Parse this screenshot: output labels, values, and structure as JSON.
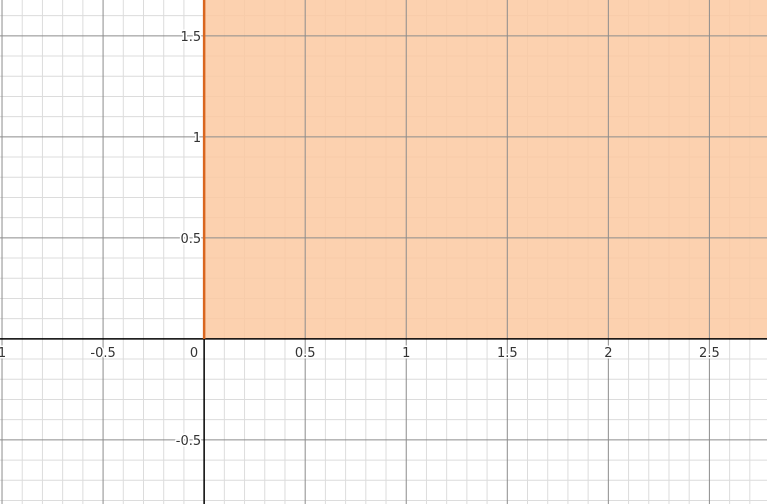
{
  "chart_data": {
    "type": "area",
    "title": "",
    "xlabel": "",
    "ylabel": "",
    "xlim": [
      -1.01,
      2.785
    ],
    "ylim": [
      -0.8175,
      1.6775
    ],
    "grid": true,
    "minor_grid_step": 0.1,
    "major_grid_step": 0.5,
    "x_ticks": [
      {
        "value": -1,
        "label": "1"
      },
      {
        "value": -0.5,
        "label": "-0.5"
      },
      {
        "value": 0,
        "label": "0"
      },
      {
        "value": 0.5,
        "label": "0.5"
      },
      {
        "value": 1,
        "label": "1"
      },
      {
        "value": 1.5,
        "label": "1.5"
      },
      {
        "value": 2,
        "label": "2"
      },
      {
        "value": 2.5,
        "label": "2.5"
      }
    ],
    "y_ticks": [
      {
        "value": -0.5,
        "label": "-0.5"
      },
      {
        "value": 0.5,
        "label": "0.5"
      },
      {
        "value": 1,
        "label": "1"
      },
      {
        "value": 1.5,
        "label": "1.5"
      }
    ],
    "shaded_region": {
      "x_from": 0,
      "y_from": 0,
      "fill_color": "#fcc9a1",
      "boundary_color": "#d9661f",
      "boundary": "x = 0"
    },
    "colors": {
      "axis": "#000000",
      "major_grid": "#8c8c8c",
      "minor_grid": "#dcdcdc"
    }
  }
}
